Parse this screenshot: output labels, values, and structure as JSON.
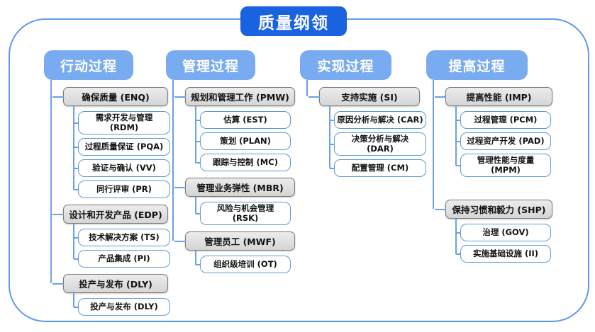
{
  "title": "质量纲领",
  "colors": {
    "root_bg": "#1A63E0",
    "header_bg": "#79ABF0",
    "gray_box_bg": "#DCDCDC",
    "gray_box_border": "#7A7A7A",
    "white_box_border": "#5B9BD5",
    "connector": "#6CA0E8",
    "boundary_border": "#5E9BE8"
  },
  "columns": [
    {
      "header": "行动过程",
      "groups": [
        {
          "label": "确保质量 (ENQ)",
          "children": [
            "需求开发与管理 (RDM)",
            "过程质量保证 (PQA)",
            "验证与确认 (VV)",
            "同行评审 (PR)"
          ]
        },
        {
          "label": "设计和开发产品 (EDP)",
          "children": [
            "技术解决方案 (TS)",
            "产品集成 (PI)"
          ]
        },
        {
          "label": "投产与发布 (DLY)",
          "children": [
            "投产与发布 (DLY)"
          ]
        }
      ]
    },
    {
      "header": "管理过程",
      "groups": [
        {
          "label": "规划和管理工作 (PMW)",
          "children": [
            "估算 (EST)",
            "策划 (PLAN)",
            "跟踪与控制 (MC)"
          ]
        },
        {
          "label": "管理业务弹性 (MBR)",
          "children": [
            "风险与机会管理 (RSK)"
          ]
        },
        {
          "label": "管理员工 (MWF)",
          "children": [
            "组织级培训 (OT)"
          ]
        }
      ]
    },
    {
      "header": "实现过程",
      "groups": [
        {
          "label": "支持实施 (SI)",
          "children": [
            "原因分析与解决 (CAR)",
            "决策分析与解决 (DAR)",
            "配置管理 (CM)"
          ]
        }
      ]
    },
    {
      "header": "提高过程",
      "groups": [
        {
          "label": "提高性能 (IMP)",
          "children": [
            "过程管理 (PCM)",
            "过程资产开发 (PAD)",
            "管理性能与度量 (MPM)"
          ]
        },
        {
          "label": "保持习惯和毅力 (SHP)",
          "extra_gap": 23,
          "children": [
            "治理 (GOV)",
            "实施基础设施 (II)"
          ]
        }
      ]
    }
  ]
}
